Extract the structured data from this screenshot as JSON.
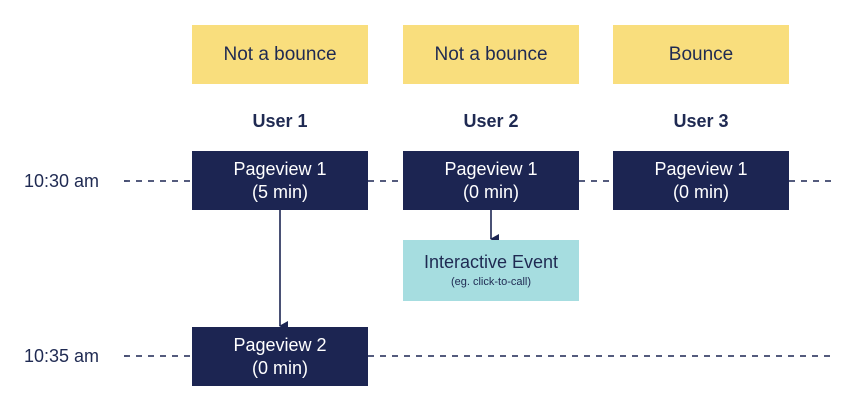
{
  "verdicts": [
    "Not a bounce",
    "Not a bounce",
    "Bounce"
  ],
  "users": [
    "User 1",
    "User 2",
    "User 3"
  ],
  "times": [
    "10:30 am",
    "10:35 am"
  ],
  "pageviews": {
    "user1_pv1": {
      "title": "Pageview 1",
      "duration": "(5 min)"
    },
    "user2_pv1": {
      "title": "Pageview 1",
      "duration": "(0 min)"
    },
    "user3_pv1": {
      "title": "Pageview 1",
      "duration": "(0 min)"
    },
    "user1_pv2": {
      "title": "Pageview 2",
      "duration": "(0 min)"
    }
  },
  "event": {
    "title": "Interactive Event",
    "subtitle": "(eg. click-to-call)"
  },
  "colors": {
    "verdict_bg": "#f9de7d",
    "pageview_bg": "#1c2552",
    "event_bg": "#a6dde0",
    "text_dark": "#1f2a52"
  }
}
